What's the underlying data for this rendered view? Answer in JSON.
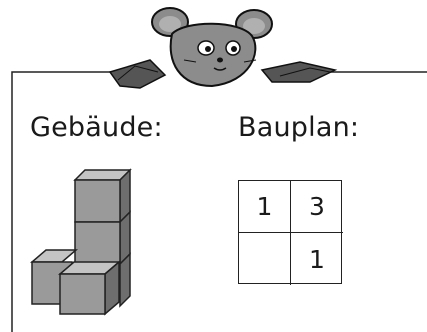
{
  "headings": {
    "building": "Gebäude:",
    "plan": "Bauplan:"
  },
  "plan": {
    "cells": [
      "1",
      "3",
      "",
      "1"
    ]
  },
  "colors": {
    "cube_front": "#9a9a9a",
    "cube_top": "#c4c4c4",
    "cube_side": "#6e6e6e",
    "mouse_fur": "#8c8c8c",
    "ink": "#1a1a1a"
  }
}
